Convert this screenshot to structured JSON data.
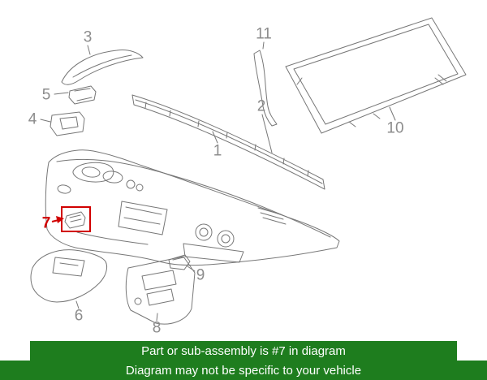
{
  "colors": {
    "banner-bg": "#1e7d1e",
    "banner-text": "#ffffff",
    "label-gray": "#8c8c8c",
    "highlight-red": "#d10000",
    "line-gray": "#777777"
  },
  "banner": {
    "line1": "Part or sub-assembly is #7 in diagram",
    "line2": "Diagram may not be specific to your vehicle"
  },
  "labels": {
    "part1": "1",
    "part2": "2",
    "part3": "3",
    "part4": "4",
    "part5": "5",
    "part6": "6",
    "part7": "7",
    "part8": "8",
    "part9": "9",
    "part10": "10",
    "part11": "11"
  }
}
